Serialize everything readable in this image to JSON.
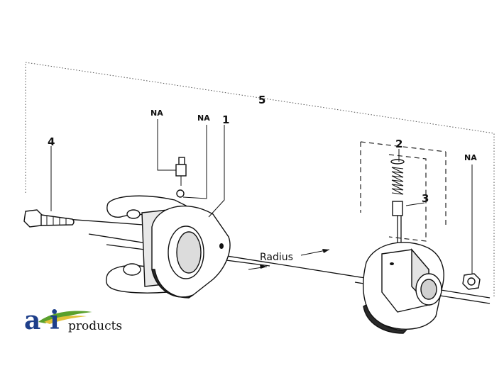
{
  "labels": {
    "assembly": "5",
    "bolt": "4",
    "yoke": "1",
    "plunger": "2",
    "spring": "3",
    "na_fitting": "NA",
    "na_ball": "NA",
    "na_nut": "NA",
    "radius": "Radius"
  },
  "logo": {
    "mark_a": "a",
    "mark_i": "i",
    "products": "products",
    "brand_blue": "#1e3f8a",
    "leaf_green": "#5aa02c",
    "leaf_yellow": "#e2c23a"
  }
}
